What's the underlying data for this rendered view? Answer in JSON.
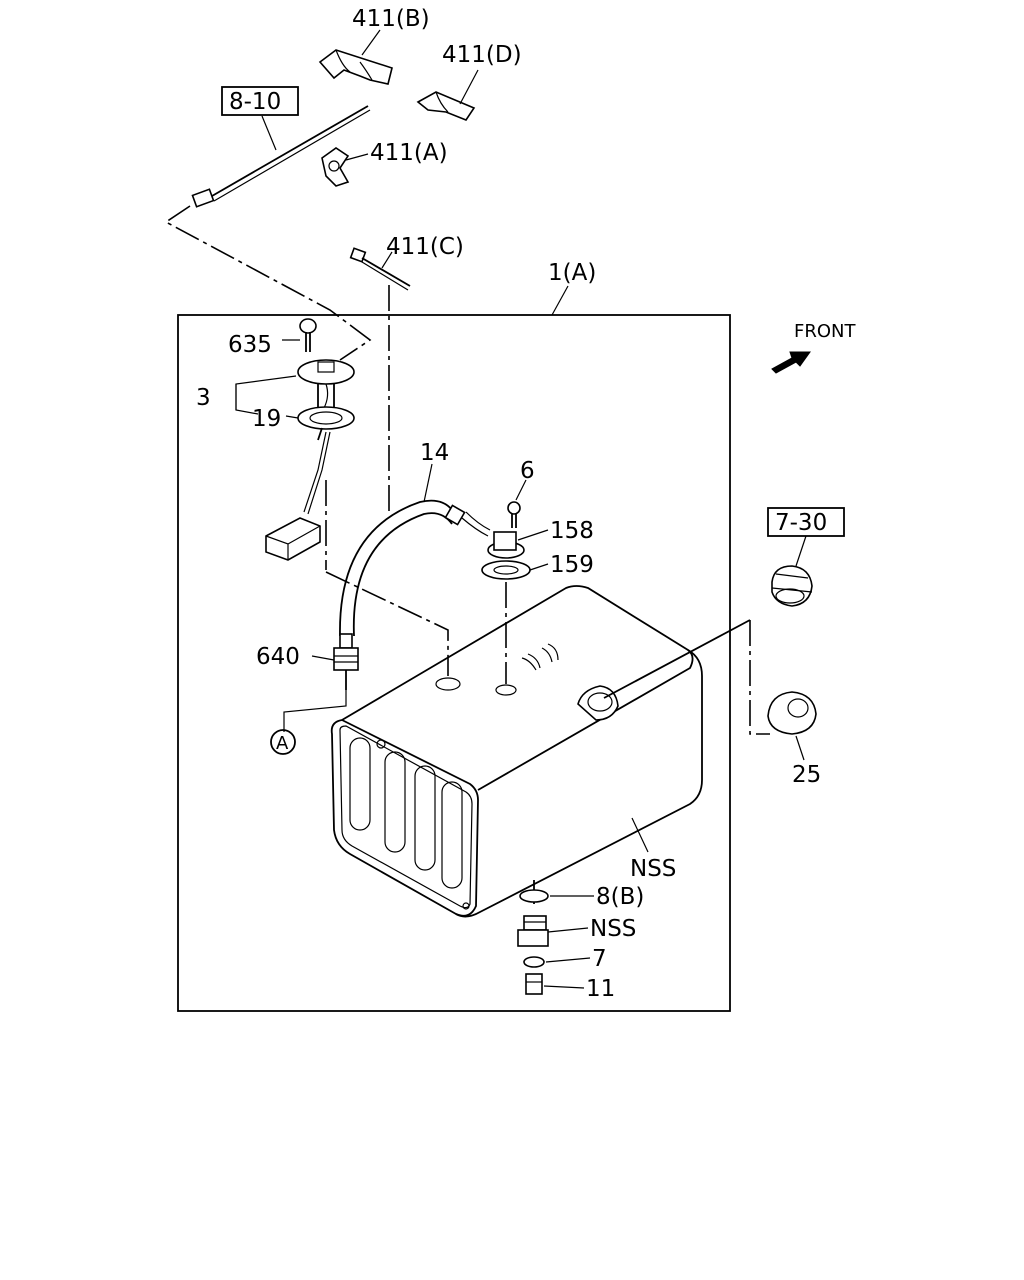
{
  "labels": {
    "p411b": "411(B)",
    "p411d": "411(D)",
    "p810": "8-10",
    "p411a": "411(A)",
    "p411c": "411(C)",
    "p1a": "1(A)",
    "front": "FRONT",
    "p635": "635",
    "p3": "3",
    "p19": "19",
    "p14": "14",
    "p6": "6",
    "p158": "158",
    "p159": "159",
    "p730": "7-30",
    "p640": "640",
    "refA": "A",
    "p25": "25",
    "nss1": "NSS",
    "p8b": "8(B)",
    "nss2": "NSS",
    "p7": "7",
    "p11": "11"
  }
}
